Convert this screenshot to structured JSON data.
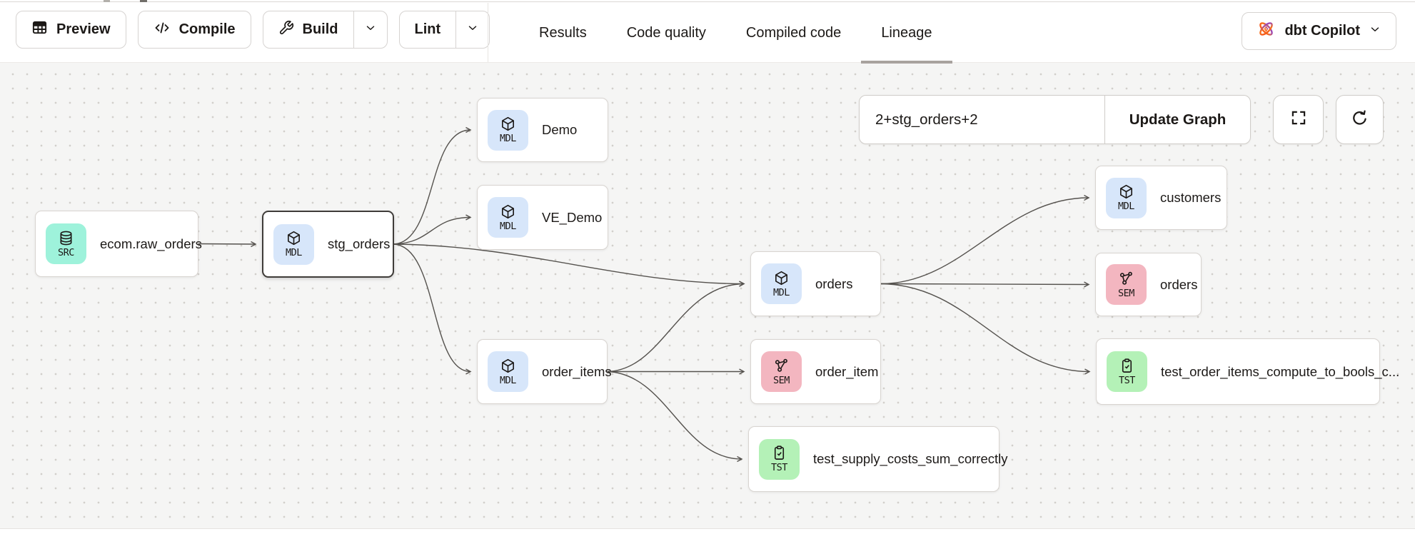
{
  "header": {
    "toolbar": {
      "preview_label": "Preview",
      "compile_label": "Compile",
      "build_label": "Build",
      "lint_label": "Lint"
    },
    "tabs": [
      {
        "label": "Results",
        "active": false
      },
      {
        "label": "Code quality",
        "active": false
      },
      {
        "label": "Compiled code",
        "active": false
      },
      {
        "label": "Lineage",
        "active": true
      }
    ],
    "copilot_label": "dbt Copilot"
  },
  "lineage_controls": {
    "selector_value": "2+stg_orders+2",
    "update_button_label": "Update Graph"
  },
  "node_type_colors": {
    "SRC": "#9ef2db",
    "MDL": "#d7e6fa",
    "SEM": "#f3b6c0",
    "TST": "#b4f1b7"
  },
  "colors": {
    "canvas_bg": "#f5f5f4",
    "edge": "#55524e",
    "active_tab_underline": "#a8a29e",
    "selected_node_border": "#3f3c39"
  },
  "icons": [
    "table-icon",
    "code-icon",
    "wrench-icon",
    "chevron-down-icon",
    "copilot-icon",
    "fullscreen-icon",
    "refresh-icon",
    "database-icon",
    "cube-icon",
    "semantic-graph-icon",
    "clipboard-check-icon"
  ],
  "nodes": [
    {
      "type": "SRC",
      "label": "ecom.raw_orders",
      "selected": false
    },
    {
      "type": "MDL",
      "label": "stg_orders",
      "selected": true
    },
    {
      "type": "MDL",
      "label": "Demo",
      "selected": false
    },
    {
      "type": "MDL",
      "label": "VE_Demo",
      "selected": false
    },
    {
      "type": "MDL",
      "label": "order_items",
      "selected": false
    },
    {
      "type": "MDL",
      "label": "orders",
      "selected": false
    },
    {
      "type": "SEM",
      "label": "order_item",
      "selected": false
    },
    {
      "type": "MDL",
      "label": "customers",
      "selected": false
    },
    {
      "type": "SEM",
      "label": "orders",
      "selected": false
    },
    {
      "type": "TST",
      "label": "test_order_items_compute_to_bools_c...",
      "selected": false
    },
    {
      "type": "TST",
      "label": "test_supply_costs_sum_correctly",
      "selected": false
    }
  ]
}
